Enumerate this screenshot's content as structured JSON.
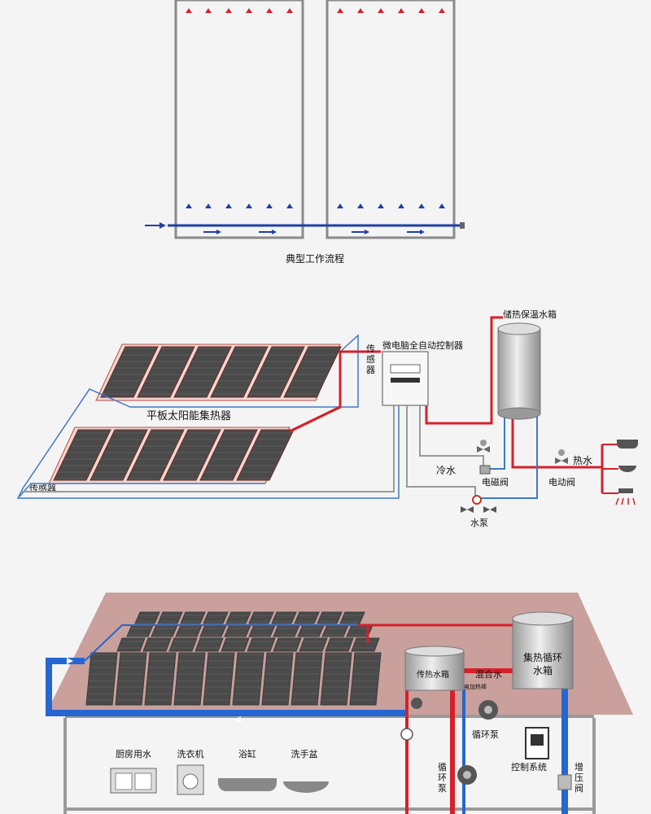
{
  "section1": {
    "caption": "典型工作流程"
  },
  "section2": {
    "collector_label": "平板太阳能集热器",
    "sensor_left": "传感器",
    "sensor_top": "传\n感\n器",
    "controller": "微电脑全自动控制器",
    "tank": "储热保温水箱",
    "cold_water": "冷水",
    "solenoid_valve": "电磁阀",
    "hot_water": "热水",
    "motor_valve": "电动阀",
    "pump": "水泵"
  },
  "section3": {
    "heat_transfer_tank": "传热水箱",
    "mixed_water": "混合水",
    "electric_heater": "电加热棒",
    "collect_tank_line1": "集热循环",
    "collect_tank_line2": "水箱",
    "circ_pump_right": "循环泵",
    "circ_pump_left": "循\n环\n泵",
    "control_system": "控制系统",
    "booster_valve": "增\n压\n阀",
    "fixtures": [
      "厨房用水",
      "洗衣机",
      "浴缸",
      "洗手盆"
    ]
  },
  "colors": {
    "hot": "#d7202a",
    "cold": "#1f5ab0",
    "frame": "#8a8a8a",
    "roof": "#c9a09c"
  }
}
